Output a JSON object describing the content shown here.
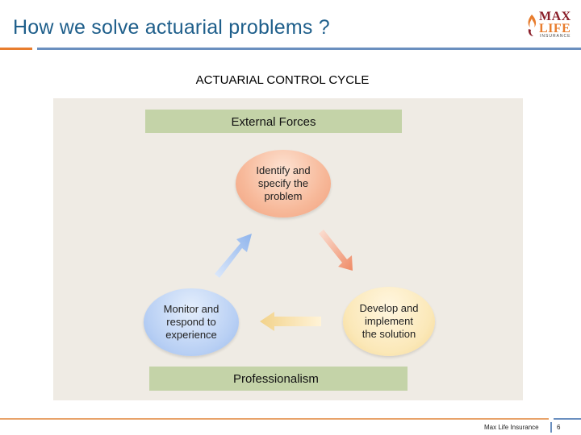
{
  "header": {
    "title": "How we solve actuarial problems ?",
    "logo": {
      "line1": "MAX",
      "line2": "LIFE",
      "sub": "INSURANCE",
      "icon": "flame-logo-icon"
    }
  },
  "diagram": {
    "heading": "ACTUARIAL CONTROL CYCLE",
    "top_band": "External Forces",
    "bottom_band": "Professionalism",
    "nodes": {
      "identify": "Identify and\nspecify the\nproblem",
      "develop": "Develop and\nimplement\nthe solution",
      "monitor": "Monitor and\nrespond to\nexperience"
    },
    "arrows": [
      "arrow-identify-to-develop",
      "arrow-develop-to-monitor",
      "arrow-monitor-to-identify"
    ]
  },
  "footer": {
    "brand": "Max Life Insurance",
    "page": "6"
  },
  "colors": {
    "title": "#1f5f8b",
    "accent_orange": "#e87d2e",
    "accent_blue": "#6a8fbf",
    "band": "#c4d3a8",
    "panel": "#efebe4"
  }
}
